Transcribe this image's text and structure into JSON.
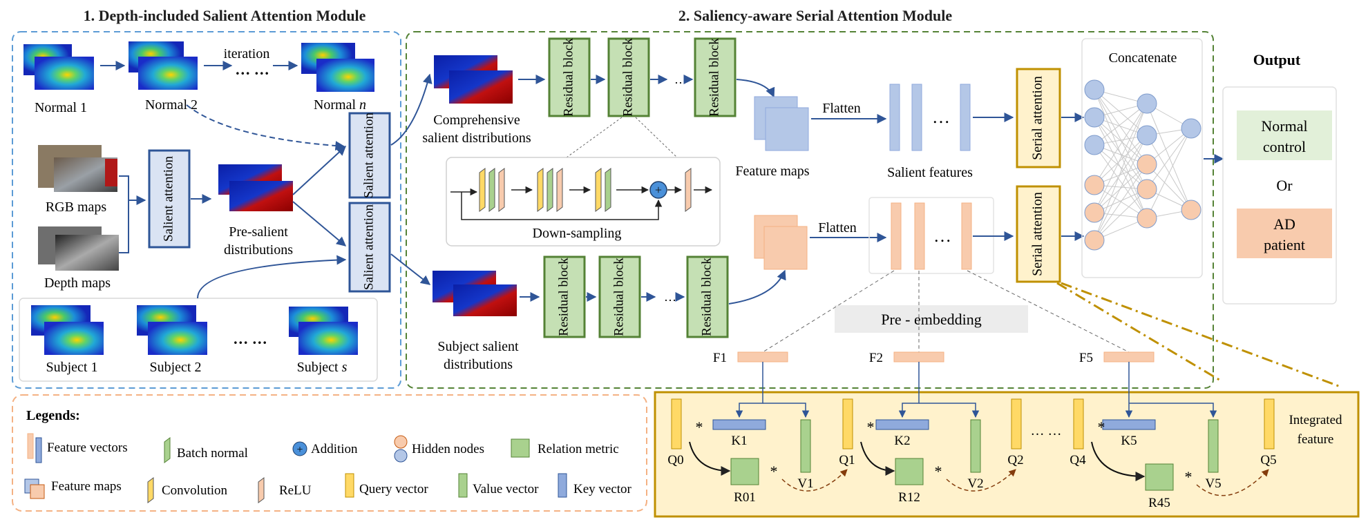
{
  "module1": {
    "title": "1. Depth-included Salient Attention Module",
    "normal1": "Normal 1",
    "normal2": "Normal 2",
    "iteration": "iteration",
    "dots1": "… …",
    "normaln": "Normal",
    "normaln_var": "n",
    "rgb": "RGB maps",
    "depth": "Depth maps",
    "salient_attention": "Salient attention",
    "pre_salient_1": "Pre-salient",
    "pre_salient_2": "distributions",
    "subject1": "Subject 1",
    "subject2": "Subject 2",
    "dots2": "… …",
    "subjects": "Subject",
    "subjects_var": "s"
  },
  "module2": {
    "title": "2. Saliency-aware Serial Attention Module",
    "residual": "Residual block",
    "comp_1": "Comprehensive",
    "comp_2": "salient distributions",
    "subj_1": "Subject salient",
    "subj_2": "distributions",
    "downsampling": "Down-sampling",
    "flatten": "Flatten",
    "feature_maps": "Feature maps",
    "salient_features": "Salient features",
    "serial_attention": "Serial attention",
    "concatenate": "Concatenate",
    "pre_embedding": "Pre - embedding",
    "dots": "…"
  },
  "output": {
    "title": "Output",
    "normal_1": "Normal",
    "normal_2": "control",
    "or": "Or",
    "ad_1": "AD",
    "ad_2": "patient"
  },
  "serial_detail": {
    "F": [
      "F1",
      "F2",
      "F5"
    ],
    "Q": [
      "Q0",
      "Q1",
      "Q2",
      "Q4",
      "Q5"
    ],
    "K": [
      "K1",
      "K2",
      "K5"
    ],
    "V": [
      "V1",
      "V2",
      "V5"
    ],
    "R": [
      "R01",
      "R12",
      "R45"
    ],
    "star": "*",
    "dots": "… …",
    "integrated_1": "Integrated",
    "integrated_2": "feature"
  },
  "legend": {
    "title": "Legends:",
    "items": [
      "Feature vectors",
      "Batch  normal",
      "Addition",
      "Hidden nodes",
      "Relation metric",
      "Feature maps",
      "Convolution",
      "ReLU",
      "Query vector",
      "Value vector",
      "Key vector"
    ]
  },
  "colors": {
    "blue_dash": "#5b9bd5",
    "green_dash": "#548235",
    "orange_dash": "#f4b183",
    "gold": "#bf9000",
    "residual_fill": "#c5e0b4",
    "residual_stroke": "#548235",
    "salient_fill": "#dae3f3",
    "salient_stroke": "#2e5597",
    "serial_fill": "#fff2cc",
    "peach": "#f8cbad",
    "lightblue": "#b4c7e7",
    "yellow": "#ffd966",
    "green": "#a9d18e",
    "keyblue": "#8faadc",
    "arrow": "#2f5597"
  }
}
